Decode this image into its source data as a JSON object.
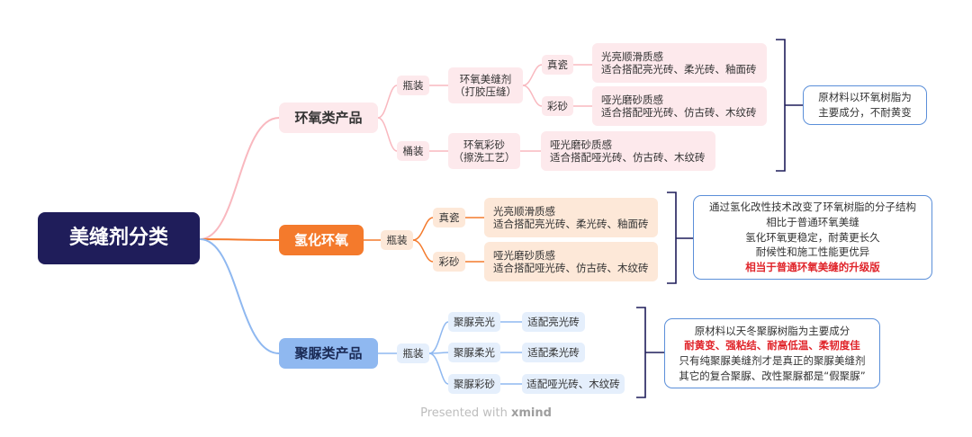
{
  "root": "美缝剂分类",
  "epoxy": {
    "label": "环氧类产品",
    "bottle": "瓶装",
    "bottle_product": [
      "环氧美缝剂",
      "（打胶压缝）"
    ],
    "glossy": {
      "label": "真瓷",
      "lines": [
        "光亮顺滑质感",
        "适合搭配亮光砖、柔光砖、釉面砖"
      ]
    },
    "matte": {
      "label": "彩砂",
      "lines": [
        "哑光磨砂质感",
        "适合搭配哑光砖、仿古砖、木纹砖"
      ]
    },
    "barrel": "桶装",
    "barrel_product": [
      "环氧彩砂",
      "（擦洗工艺）"
    ],
    "barrel_detail": [
      "哑光磨砂质感",
      "适合搭配哑光砖、仿古砖、木纹砖"
    ],
    "note": [
      "原材料以环氧树脂为",
      "主要成分，不耐黄变"
    ]
  },
  "hydro": {
    "label": "氢化环氧",
    "bottle": "瓶装",
    "glossy": {
      "label": "真瓷",
      "lines": [
        "光亮顺滑质感",
        "适合搭配亮光砖、柔光砖、釉面砖"
      ]
    },
    "matte": {
      "label": "彩砂",
      "lines": [
        "哑光磨砂质感",
        "适合搭配哑光砖、仿古砖、木纹砖"
      ]
    },
    "note": [
      "通过氢化改性技术改变了环氧树脂的分子结构",
      "相比于普通环氧美缝",
      "氢化环氧更稳定，耐黄更长久",
      "耐候性和施工性能更优异"
    ],
    "note_highlight": "相当于普通环氧美缝的升级版"
  },
  "polyurea": {
    "label": "聚脲类产品",
    "bottle": "瓶装",
    "items": [
      {
        "label": "聚脲亮光",
        "fit": "适配亮光砖"
      },
      {
        "label": "聚脲柔光",
        "fit": "适配柔光砖"
      },
      {
        "label": "聚脲彩砂",
        "fit": "适配哑光砖、木纹砖"
      }
    ],
    "note_top": "原材料以天冬聚脲树脂为主要成分",
    "note_highlight": "耐黄变、强粘结、耐高低温、柔韧度佳",
    "note_bottom": [
      "只有纯聚脲美缝剂才是真正的聚脲美缝剂",
      "其它的复合聚脲、改性聚脲都是“假聚脲”"
    ]
  },
  "footer": {
    "prefix": "Presented with",
    "brand": "xmind"
  },
  "colors": {
    "root": "#1f1d5a",
    "epoxy": "#f9b8bf",
    "hydro": "#f47a2c",
    "polyurea": "#8fb8f0",
    "note_border": "#5b8fd9",
    "highlight": "#e0242a"
  }
}
